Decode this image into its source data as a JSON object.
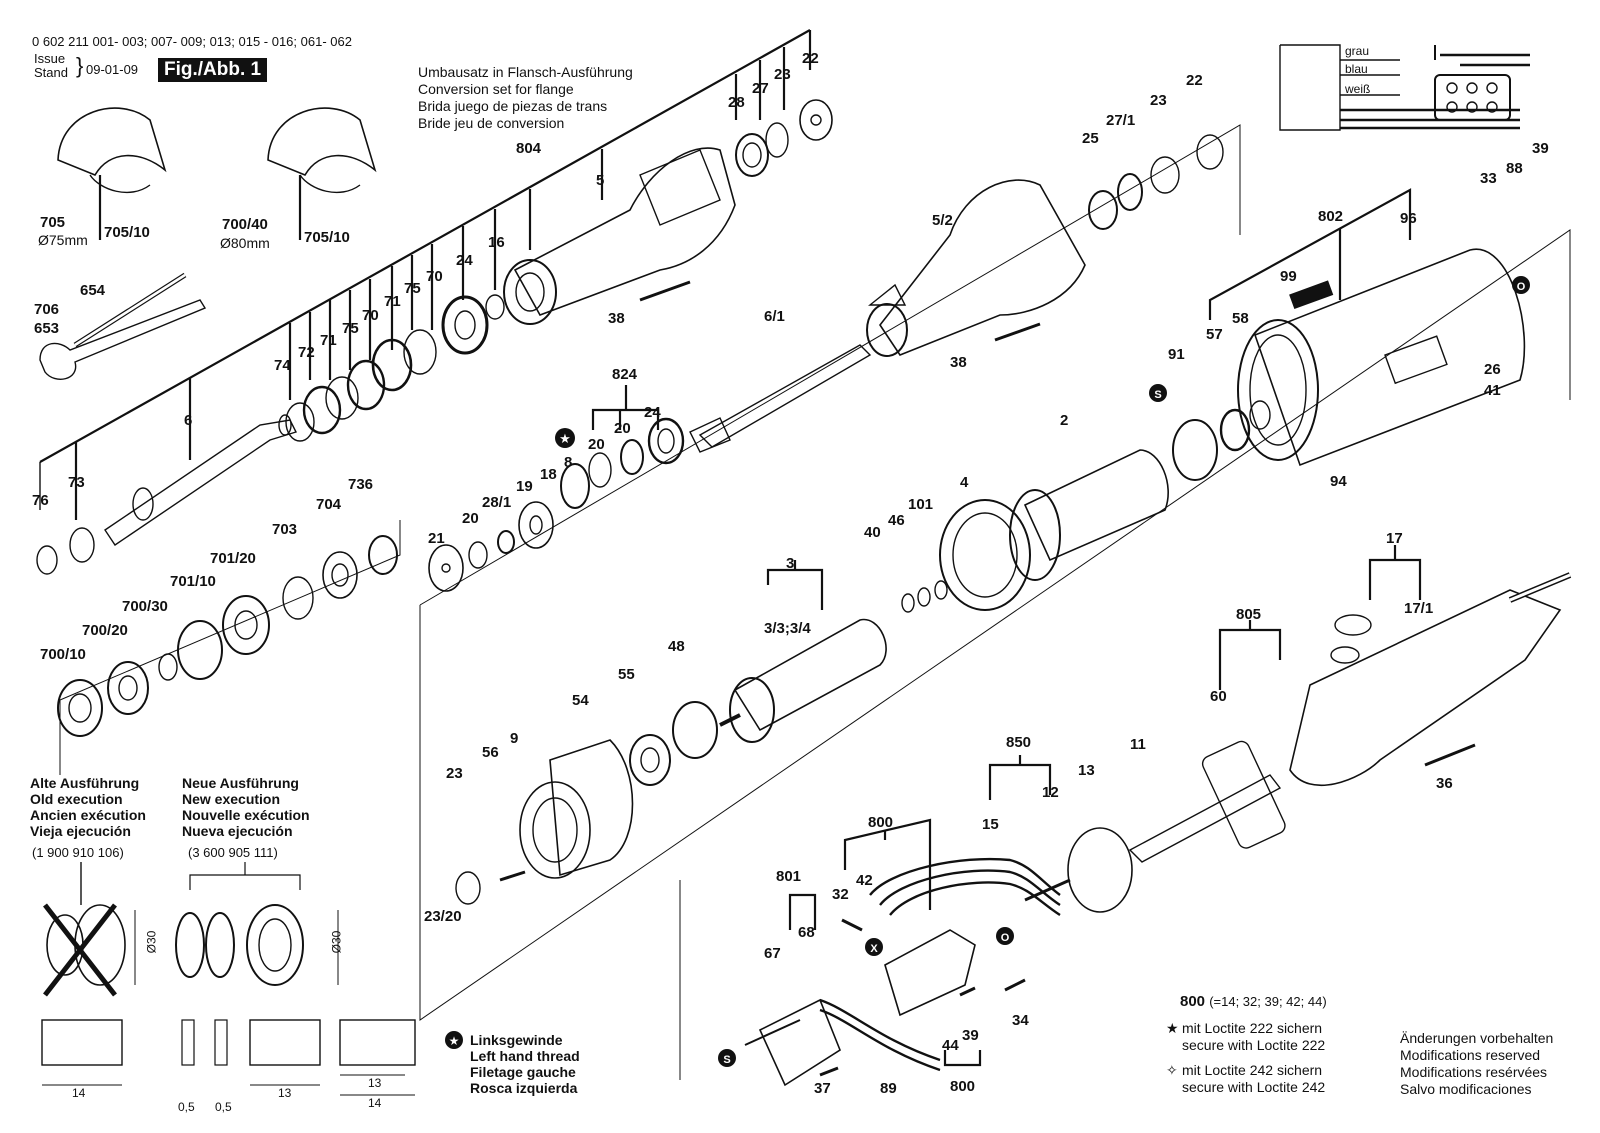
{
  "header": {
    "models": "0 602 211 001- 003; 007- 009; 013; 015 - 016; 061- 062",
    "issue_label": "Issue",
    "stand_label": "Stand",
    "date": "09-01-09",
    "figure": "Fig./Abb. 1"
  },
  "conversion_note": [
    "Umbausatz in Flansch-Ausführung",
    "Conversion set for flange",
    "Brida juego de piezas de trans",
    "Bride jeu de conversion"
  ],
  "old_execution": {
    "lines": [
      "Alte Ausführung",
      "Old execution",
      "Ancien exécution",
      "Vieja ejecución"
    ],
    "number": "(1 900 910 106)"
  },
  "new_execution": {
    "lines": [
      "Neue Ausführung",
      "New execution",
      "Nouvelle exécution",
      "Nueva ejecución"
    ],
    "number": "(3 600 905 111)"
  },
  "left_hand_thread": [
    "Linksgewinde",
    "Left hand thread",
    "Filetage gauche",
    "Rosca izquierda"
  ],
  "kit_800": {
    "label": "800",
    "contents": "(=14; 32; 39; 42; 44)"
  },
  "loctite_notes": [
    {
      "symbol": "★",
      "lines": [
        "mit Loctite 222 sichern",
        "secure with Loctite 222"
      ]
    },
    {
      "symbol": "✧",
      "lines": [
        "mit Loctite 242 sichern",
        "secure with Loctite 242"
      ]
    }
  ],
  "modifications": [
    "Änderungen vorbehalten",
    "Modifications reserved",
    "Modifications resérvées",
    "Salvo modificaciones"
  ],
  "wiring": {
    "wires": [
      "grau",
      "blau",
      "weiß"
    ]
  },
  "dimensions": {
    "dia30": "Ø30",
    "len14": "14",
    "len13": "13",
    "thick": "0,5"
  },
  "diameters": {
    "d75": "Ø75mm",
    "d80": "Ø80mm"
  },
  "part_labels": [
    "22",
    "23",
    "27",
    "28",
    "5",
    "804",
    "16",
    "24",
    "70",
    "75",
    "71",
    "70",
    "75",
    "71",
    "72",
    "74",
    "6",
    "73",
    "76",
    "705",
    "705/10",
    "700/40",
    "705/10",
    "654",
    "706",
    "653",
    "736",
    "704",
    "703",
    "701/20",
    "701/10",
    "700/30",
    "700/20",
    "700/10",
    "6/1",
    "38",
    "824",
    "20",
    "20",
    "24",
    "8",
    "18",
    "19",
    "28/1",
    "20",
    "21",
    "25",
    "27/1",
    "23",
    "22",
    "5/2",
    "38",
    "33",
    "88",
    "39",
    "802",
    "96",
    "99",
    "57",
    "58",
    "91",
    "26",
    "41",
    "94",
    "2",
    "4",
    "101",
    "46",
    "40",
    "3",
    "3/3;3/4",
    "48",
    "55",
    "54",
    "9",
    "56",
    "23",
    "23/20",
    "17",
    "17/1",
    "805",
    "60",
    "36",
    "850",
    "12",
    "13",
    "11",
    "15",
    "800",
    "42",
    "32",
    "801",
    "68",
    "67",
    "34",
    "39",
    "44",
    "800",
    "37",
    "89"
  ]
}
